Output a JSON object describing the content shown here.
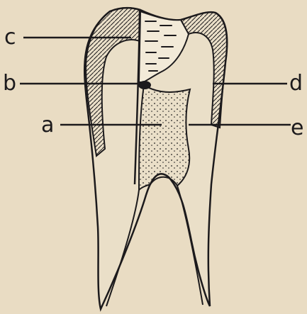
{
  "diagram": {
    "labels": {
      "c": "c",
      "b": "b",
      "d": "d",
      "a": "a",
      "e": "e"
    },
    "colors": {
      "paper": "#e9dcc3",
      "ink": "#1c1a1c",
      "pulp": "#d9c8ad",
      "cavity": "#f2ead8"
    }
  }
}
